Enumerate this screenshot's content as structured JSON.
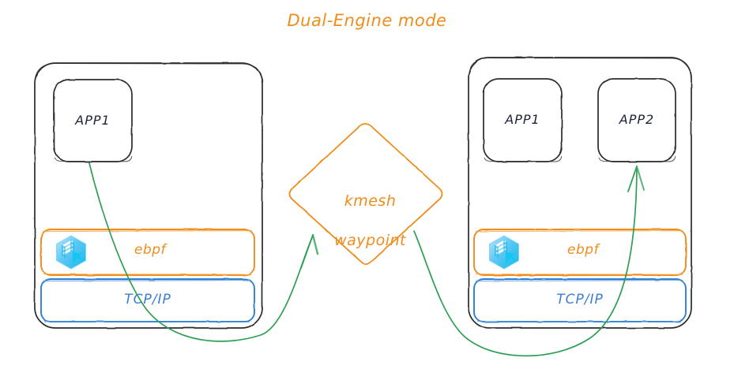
{
  "diagram": {
    "title": "Dual-Engine mode",
    "type": "architecture-diagram",
    "background_color": "#ffffff",
    "colors": {
      "title": "#f08c1a",
      "orange_accent": "#f08c1a",
      "blue_accent": "#2d7fd3",
      "arrow_green": "#2e9e55",
      "outline_dark": "#2b2b2b",
      "app_text": "#1c2336",
      "tcp_text": "#3b7dd8"
    }
  },
  "nodes": {
    "left_node": {
      "name": "left-pod",
      "apps": [
        {
          "label": "APP1"
        }
      ],
      "layers": [
        {
          "label": "ebpf",
          "icon": "ebpf-cube-icon",
          "color": "#f08c1a"
        },
        {
          "label": "TCP/IP",
          "color": "#2d7fd3"
        }
      ]
    },
    "right_node": {
      "name": "right-pod",
      "apps": [
        {
          "label": "APP1"
        },
        {
          "label": "APP2"
        }
      ],
      "layers": [
        {
          "label": "ebpf",
          "icon": "ebpf-cube-icon",
          "color": "#f08c1a"
        },
        {
          "label": "TCP/IP",
          "color": "#2d7fd3"
        }
      ]
    }
  },
  "waypoint": {
    "shape": "diamond",
    "line1": "kmesh",
    "line2": "waypoint",
    "color": "#f08c1a"
  },
  "connections": [
    {
      "name": "left-app1-to-waypoint",
      "from": "left_node.APP1",
      "to": "waypoint",
      "color": "#2e9e55",
      "arrowhead": "at-waypoint"
    },
    {
      "name": "waypoint-to-right-app2",
      "from": "waypoint",
      "to": "right_node.APP2",
      "color": "#2e9e55",
      "arrowhead": "at-app2"
    }
  ]
}
